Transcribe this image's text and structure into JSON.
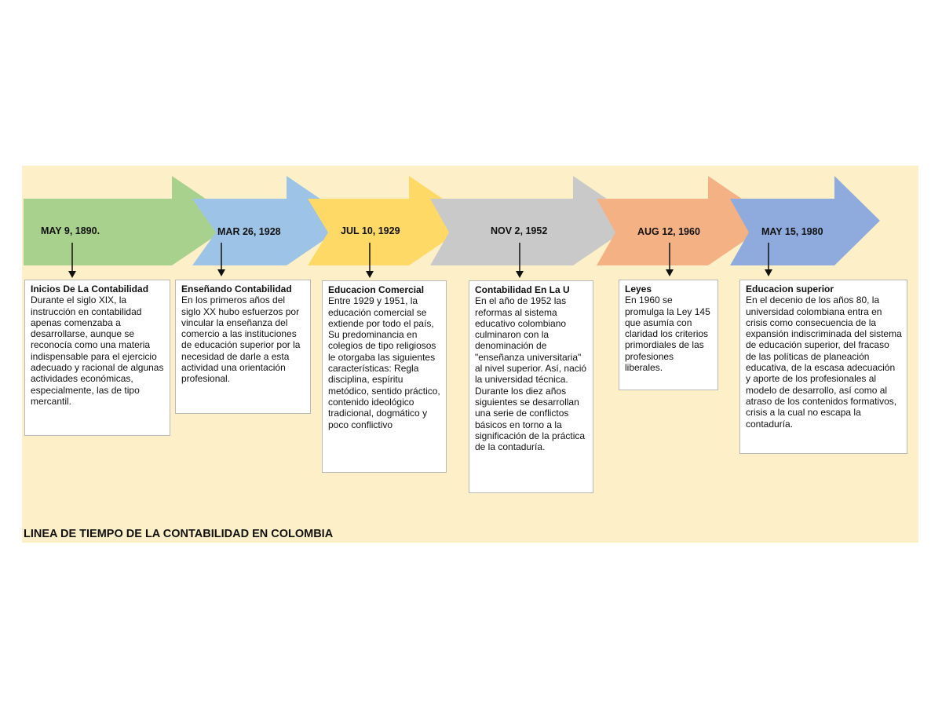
{
  "title": "LINEA DE TIEMPO DE LA CONTABILIDAD EN COLOMBIA",
  "colors": {
    "background": "#fdf0c8",
    "arrow_1": "#a9d18e",
    "arrow_2": "#9dc3e6",
    "arrow_3": "#ffd966",
    "arrow_4": "#c9c9c9",
    "arrow_5": "#f4b183",
    "arrow_6": "#8faadc"
  },
  "events": [
    {
      "date": "MAY 9, 1890.",
      "title": "Inicios De La Contabilidad",
      "text": "Durante el siglo XIX, la instrucción en contabilidad apenas comenzaba a desarrollarse, aunque se reconocía como una materia indispensable para el ejercicio adecuado y racional de algunas actividades económicas, especialmente, las de tipo mercantil."
    },
    {
      "date": "MAR 26, 1928",
      "title": "Enseñando Contabilidad",
      "text": "En los primeros años del siglo XX hubo esfuerzos por vincular la enseñanza del comercio a las instituciones de educación superior por la necesidad de darle a esta actividad una orientación profesional."
    },
    {
      "date": "JUL 10, 1929",
      "title": "Educacion Comercial",
      "text": "Entre 1929 y 1951, la educación comercial se extiende por todo el país, Su predominancia en colegios de tipo religiosos le otorgaba las siguientes características: Regla disciplina, espíritu metódico, sentido práctico, contenido ideológico tradicional, dogmático y poco conflictivo"
    },
    {
      "date": "NOV 2, 1952",
      "title": "Contabilidad En La U",
      "text": "En el año de 1952 las reformas al sistema educativo colombiano culminaron con la denominación de \"enseñanza universitaria\" al nivel superior. Así, nació la universidad técnica. Durante los diez años siguientes se desarrollan una serie de conflictos básicos en torno a la significación de la práctica de la contaduría."
    },
    {
      "date": "AUG 12, 1960",
      "title": "Leyes",
      "text": "En 1960 se promulga la Ley 145 que asumía con claridad los criterios primordiales de las profesiones liberales."
    },
    {
      "date": "MAY 15, 1980",
      "title": "Educacion superior",
      "text": "En el decenio de los años 80, la universidad colombiana entra en crisis como consecuencia de la expansión indiscriminada del sistema de educación superior, del fracaso de las políticas de planeación educativa, de la escasa adecuación y aporte de los profesionales al modelo de desarrollo, así como al atraso de los contenidos formativos, crisis a la cual no escapa la contaduría."
    }
  ]
}
